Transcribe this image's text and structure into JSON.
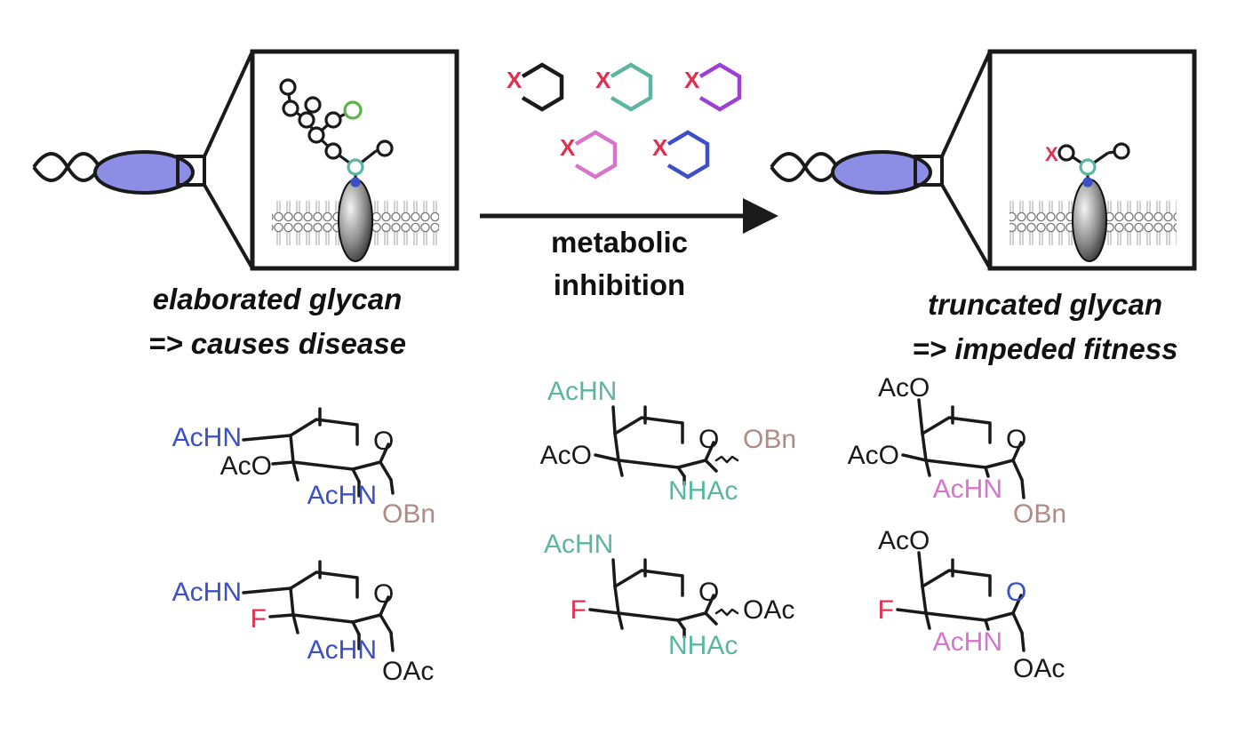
{
  "colors": {
    "black": "#1a1a1a",
    "blue": "#3b4fc8",
    "teal": "#5bb5a0",
    "purple": "#9b3fd6",
    "pink": "#d873cf",
    "red": "#e0304f",
    "tan": "#b08a86",
    "protein": "#8c8ee6",
    "green": "#5ab44a"
  },
  "left_panel": {
    "caption_line1": "elaborated glycan",
    "caption_line2": "=> causes disease"
  },
  "right_panel": {
    "caption_line1": "truncated glycan",
    "caption_line2": "=> impeded fitness"
  },
  "arrow": {
    "label_line1": "metabolic",
    "label_line2": "inhibition"
  },
  "inhibitor_marker": "X",
  "structures": {
    "s1": {
      "a": "AcHN",
      "b": "AcO",
      "c": "AcHN",
      "d": "OBn",
      "ring": "O"
    },
    "s2": {
      "a": "AcHN",
      "b": "F",
      "c": "AcHN",
      "d": "OAc",
      "ring": "O"
    },
    "s3": {
      "a": "AcHN",
      "b": "AcO",
      "c": "NHAc",
      "d": "OBn",
      "ring": "O"
    },
    "s4": {
      "a": "AcHN",
      "b": "F",
      "c": "NHAc",
      "d": "OAc",
      "ring": "O"
    },
    "s5": {
      "a": "AcO",
      "b": "AcO",
      "c": "AcHN",
      "d": "OBn",
      "ring": "O"
    },
    "s6": {
      "a": "AcO",
      "b": "F",
      "c": "AcHN",
      "d": "OAc",
      "ring": "O"
    }
  }
}
